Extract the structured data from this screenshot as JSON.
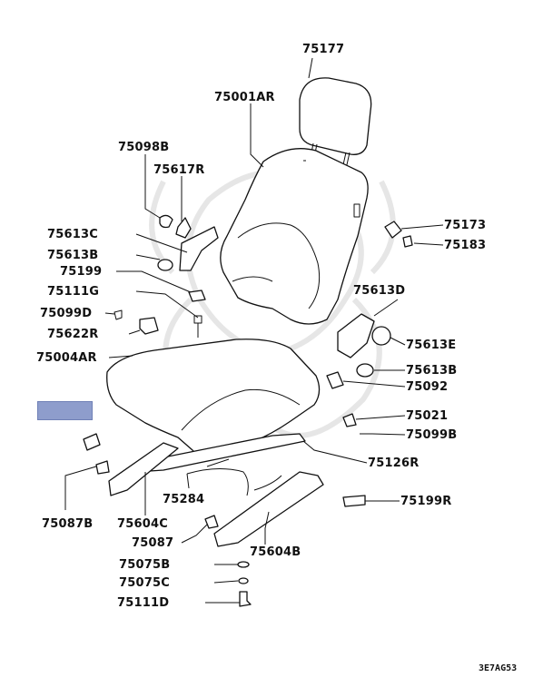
{
  "labels": {
    "headrest": "75177",
    "seat_back": "75001AR",
    "l_75098B": "75098B",
    "l_75617R": "75617R",
    "l_75613C": "75613C",
    "l_75613B_left": "75613B",
    "l_75199": "75199",
    "l_75111G": "75111G",
    "l_75099D": "75099D",
    "l_75622R": "75622R",
    "seat_cushion": "75004AR",
    "l_75087B": "75087B",
    "l_75604C": "75604C",
    "l_75284": "75284",
    "l_75087": "75087",
    "l_75604B": "75604B",
    "l_75075B": "75075B",
    "l_75075C": "75075C",
    "l_75111D": "75111D",
    "l_75173": "75173",
    "l_75183": "75183",
    "l_75613D": "75613D",
    "l_75613E": "75613E",
    "l_75613B_right": "75613B",
    "l_75092": "75092",
    "l_75021": "75021",
    "l_75099B": "75099B",
    "l_75126R": "75126R",
    "l_75199R": "75199R"
  },
  "diagram_code": "3E7AG53",
  "highlight_color": "#8e9dcc"
}
